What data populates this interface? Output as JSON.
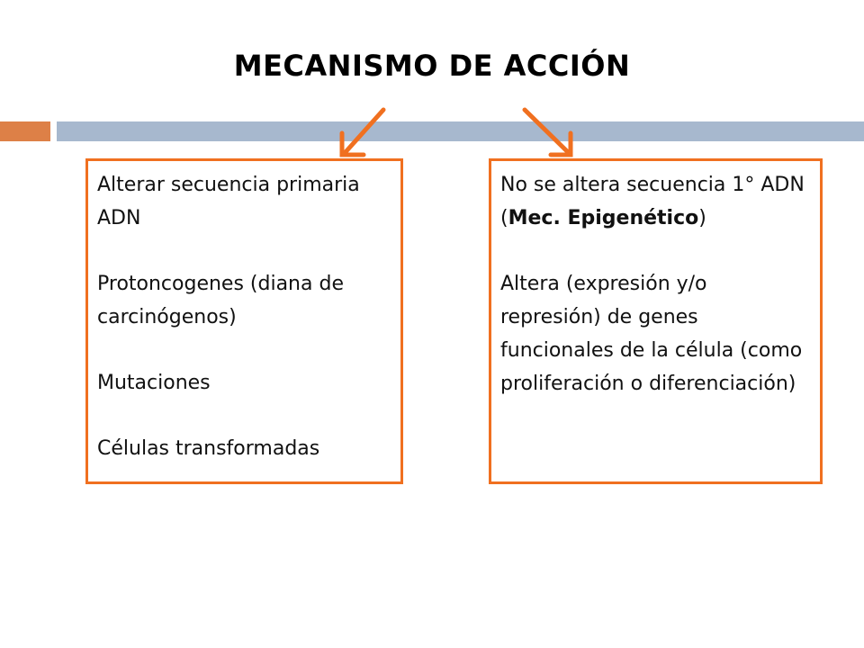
{
  "slide": {
    "title": "MECANISMO DE ACCIÓN",
    "colors": {
      "accent_orange": "#DD8047",
      "accent_blue": "#A7B8CE",
      "box_border": "#F07020",
      "arrow": "#F07020"
    },
    "left_box": {
      "paragraphs": [
        "Alterar secuencia primaria ADN",
        "Protoncogenes (diana de carcinógenos)",
        "Mutaciones",
        "Células transformadas"
      ]
    },
    "right_box": {
      "p1_text": "No se altera secuencia 1° ADN (",
      "p1_bold": "Mec. Epigenético",
      "p1_end": ")",
      "p2_text": "Altera (expresión y/o represión) de genes funcionales de la célula (como proliferación o diferenciación)"
    }
  }
}
